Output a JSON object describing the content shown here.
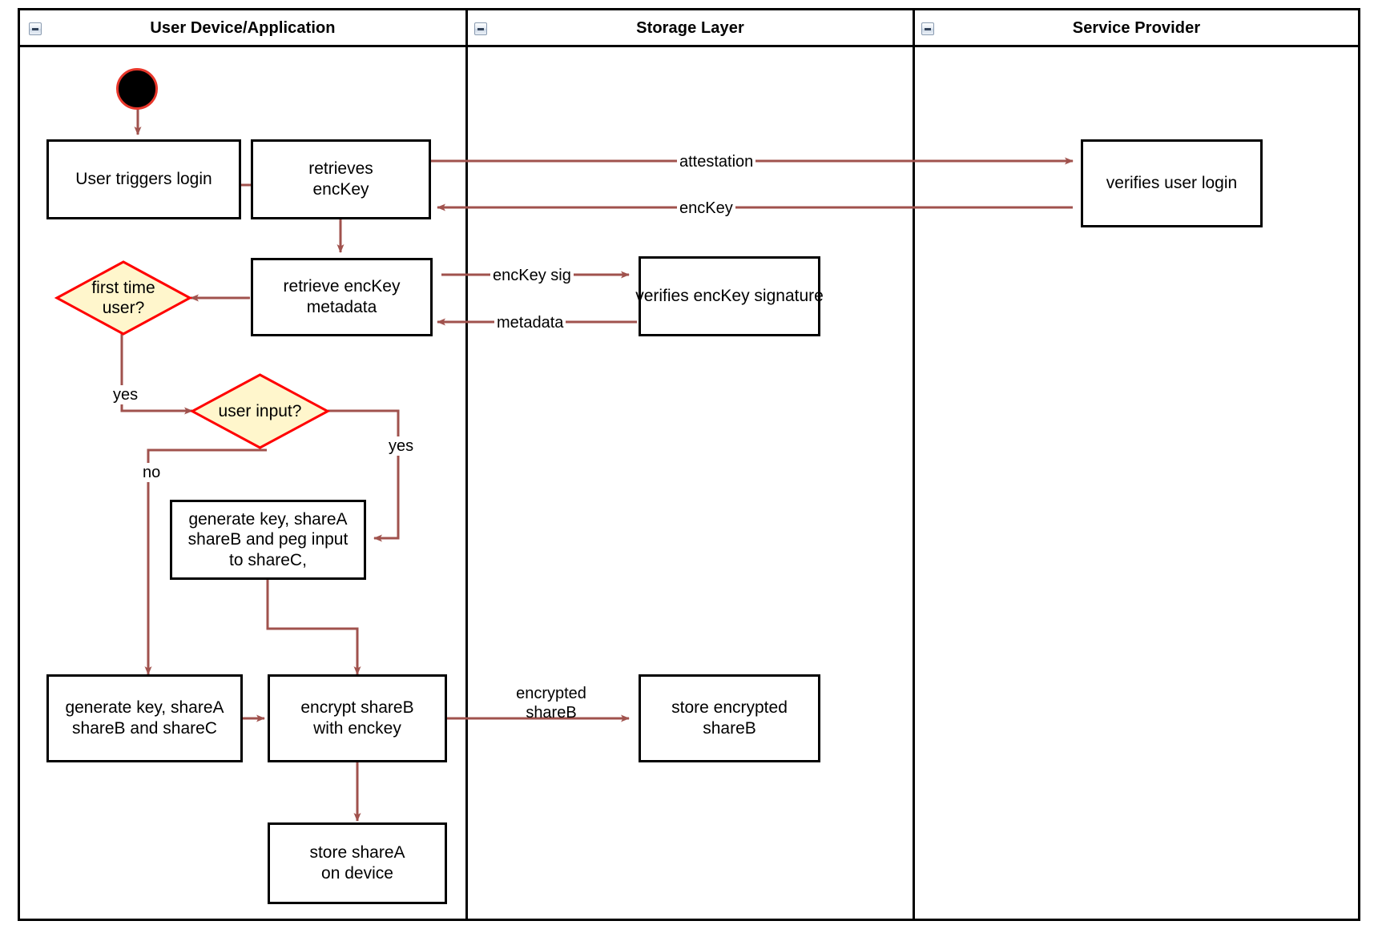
{
  "diagram": {
    "title": "User login / key share provisioning activity diagram",
    "type": "swimlane-activity-diagram",
    "colors": {
      "lane_border": "#000000",
      "node_border": "#000000",
      "node_fill": "#ffffff",
      "decision_border": "#ff0000",
      "decision_fill": "#fff6cc",
      "connector": "#a0524d",
      "start_fill": "#000000",
      "start_ring": "#e8372b",
      "text": "#000000"
    }
  },
  "lanes": [
    {
      "id": "user-device",
      "label": "User Device/Application",
      "collapse_icon": "collapse-minus-icon"
    },
    {
      "id": "storage-layer",
      "label": "Storage Layer",
      "collapse_icon": "collapse-minus-icon"
    },
    {
      "id": "service-provider",
      "label": "Service Provider",
      "collapse_icon": "collapse-minus-icon"
    }
  ],
  "nodes": {
    "start": {
      "kind": "start",
      "label": ""
    },
    "user_triggers_login": {
      "kind": "action",
      "lane": "user-device",
      "label": "User triggers login"
    },
    "retrieves_enckey": {
      "kind": "action",
      "lane": "user-device",
      "label": "retrieves\nencKey"
    },
    "retrieve_enckey_metadata": {
      "kind": "action",
      "lane": "user-device",
      "label": "retrieve encKey\nmetadata"
    },
    "first_time_user": {
      "kind": "decision",
      "lane": "user-device",
      "label": "first time\nuser?"
    },
    "user_input": {
      "kind": "decision",
      "lane": "user-device",
      "label": "user input?"
    },
    "generate_peg": {
      "kind": "action",
      "lane": "user-device",
      "label": "generate key, shareA\nshareB and peg input\nto shareC,"
    },
    "generate_shares": {
      "kind": "action",
      "lane": "user-device",
      "label": "generate key, shareA\nshareB and shareC"
    },
    "encrypt_shareb": {
      "kind": "action",
      "lane": "user-device",
      "label": "encrypt shareB\nwith enckey"
    },
    "store_sharea": {
      "kind": "action",
      "lane": "user-device",
      "label": "store shareA\non device"
    },
    "verifies_enckey_signature": {
      "kind": "action",
      "lane": "storage-layer",
      "label": "verifies encKey signature"
    },
    "store_encrypted_shareb": {
      "kind": "action",
      "lane": "storage-layer",
      "label": "store encrypted\nshareB"
    },
    "verifies_user_login": {
      "kind": "action",
      "lane": "service-provider",
      "label": "verifies user login"
    }
  },
  "edges": [
    {
      "id": "start-to-login",
      "from": "start",
      "to": "user_triggers_login",
      "label": ""
    },
    {
      "id": "login-to-retrieves",
      "from": "user_triggers_login",
      "to": "retrieves_enckey",
      "label": ""
    },
    {
      "id": "attestation",
      "from": "retrieves_enckey",
      "to": "verifies_user_login",
      "label": "attestation"
    },
    {
      "id": "enckey-back",
      "from": "verifies_user_login",
      "to": "retrieves_enckey",
      "label": "encKey"
    },
    {
      "id": "retrieves-to-metadata",
      "from": "retrieves_enckey",
      "to": "retrieve_enckey_metadata",
      "label": ""
    },
    {
      "id": "enckey-sig",
      "from": "retrieve_enckey_metadata",
      "to": "verifies_enckey_signature",
      "label": "encKey sig"
    },
    {
      "id": "metadata-back",
      "from": "verifies_enckey_signature",
      "to": "retrieve_enckey_metadata",
      "label": "metadata"
    },
    {
      "id": "metadata-to-firsttime",
      "from": "retrieve_enckey_metadata",
      "to": "first_time_user",
      "label": ""
    },
    {
      "id": "firsttime-yes",
      "from": "first_time_user",
      "to": "user_input",
      "label": "yes"
    },
    {
      "id": "userinput-yes",
      "from": "user_input",
      "to": "generate_peg",
      "label": "yes"
    },
    {
      "id": "userinput-no",
      "from": "user_input",
      "to": "generate_shares",
      "label": "no"
    },
    {
      "id": "peg-to-encrypt",
      "from": "generate_peg",
      "to": "encrypt_shareb",
      "label": ""
    },
    {
      "id": "shares-to-encrypt",
      "from": "generate_shares",
      "to": "encrypt_shareb",
      "label": ""
    },
    {
      "id": "encrypted-shareb",
      "from": "encrypt_shareb",
      "to": "store_encrypted_shareb",
      "label": "encrypted\nshareB"
    },
    {
      "id": "encrypt-to-store-sharea",
      "from": "encrypt_shareb",
      "to": "store_sharea",
      "label": ""
    }
  ],
  "edge_labels": {
    "attestation": "attestation",
    "enckey": "encKey",
    "enckey_sig": "encKey sig",
    "metadata": "metadata",
    "firsttime_yes": "yes",
    "userinput_yes": "yes",
    "userinput_no": "no",
    "encrypted_shareb": "encrypted\nshareB"
  }
}
